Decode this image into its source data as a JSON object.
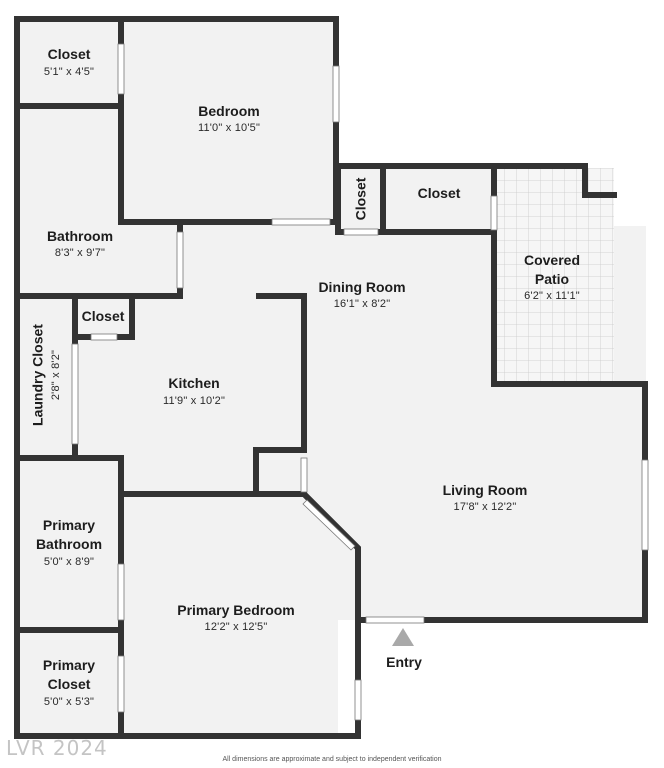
{
  "rooms": {
    "closet_top_left": {
      "name": "Closet",
      "dims": "5'1\" x 4'5\""
    },
    "bedroom": {
      "name": "Bedroom",
      "dims": "11'0\" x 10'5\""
    },
    "closet_small_vertical": {
      "name": "Closet"
    },
    "closet_top_right": {
      "name": "Closet"
    },
    "covered_patio": {
      "name_line1": "Covered",
      "name_line2": "Patio",
      "dims": "6'2\" x 11'1\""
    },
    "bathroom": {
      "name": "Bathroom",
      "dims": "8'3\" x 9'7\""
    },
    "dining_room": {
      "name": "Dining Room",
      "dims": "16'1\" x 8'2\""
    },
    "closet_kitchen": {
      "name": "Closet"
    },
    "laundry_closet": {
      "name": "Laundry Closet",
      "dims": "2'8\" x 8'2\""
    },
    "kitchen": {
      "name": "Kitchen",
      "dims": "11'9\" x 10'2\""
    },
    "living_room": {
      "name": "Living Room",
      "dims": "17'8\" x 12'2\""
    },
    "primary_bathroom": {
      "name_line1": "Primary",
      "name_line2": "Bathroom",
      "dims": "5'0\" x 8'9\""
    },
    "primary_bedroom": {
      "name": "Primary Bedroom",
      "dims": "12'2\" x 12'5\""
    },
    "primary_closet": {
      "name_line1": "Primary",
      "name_line2": "Closet",
      "dims": "5'0\" x 5'3\""
    }
  },
  "entry": {
    "label": "Entry"
  },
  "watermark": "LVR 2024",
  "footnote": "All dimensions are approximate and subject to independent verification",
  "colors": {
    "wall": "#333333",
    "floor": "#f2f2f2",
    "patio": "#f4f4f4",
    "window": "#ffffff",
    "entry_arrow": "#a9a9a9"
  }
}
